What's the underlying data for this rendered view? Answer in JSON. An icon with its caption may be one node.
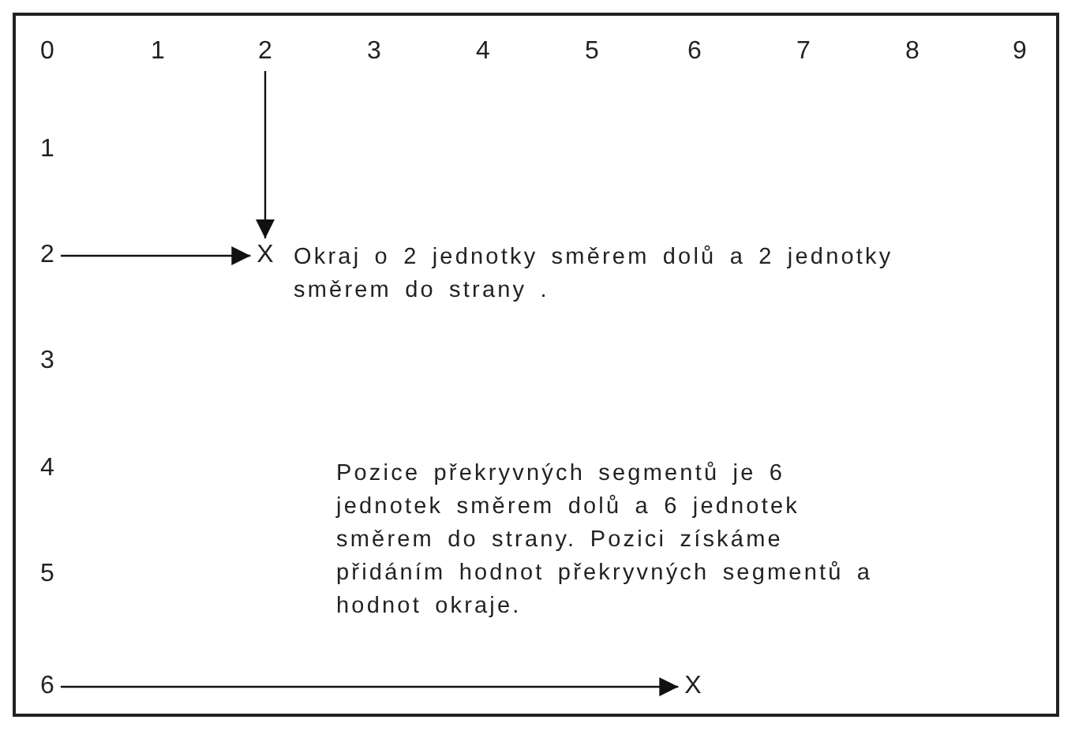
{
  "diagram": {
    "nodes": [
      {
        "text": [
          "2"
        ]
      },
      {
        "text": [
          "2"
        ]
      },
      {
        "text": [
          "X"
        ],
        "beside": [
          "Okraj o 2 jednotky směrem dolů a 2 jednotky směrem do strany ."
        ]
      },
      {
        "text": [
          "6"
        ]
      },
      {
        "text": [
          "X"
        ]
      }
    ],
    "edges": [
      {
        "from": 0,
        "to": 2,
        "arrow": "to"
      },
      {
        "from": 1,
        "to": 2,
        "arrow": "to"
      },
      {
        "from": 3,
        "to": 4,
        "arrow": "to"
      }
    ],
    "labels": [
      "0",
      "1",
      "3",
      "4",
      "5",
      "6",
      "7",
      "8",
      "9",
      "1",
      "3",
      "4",
      "5",
      "Pozice překryvných segmentů je 6 jednotek směrem dolů a 6 jednotek směrem do strany. Pozici získáme přidáním hodnot překryvných segmentů a hodnot okraje."
    ]
  }
}
